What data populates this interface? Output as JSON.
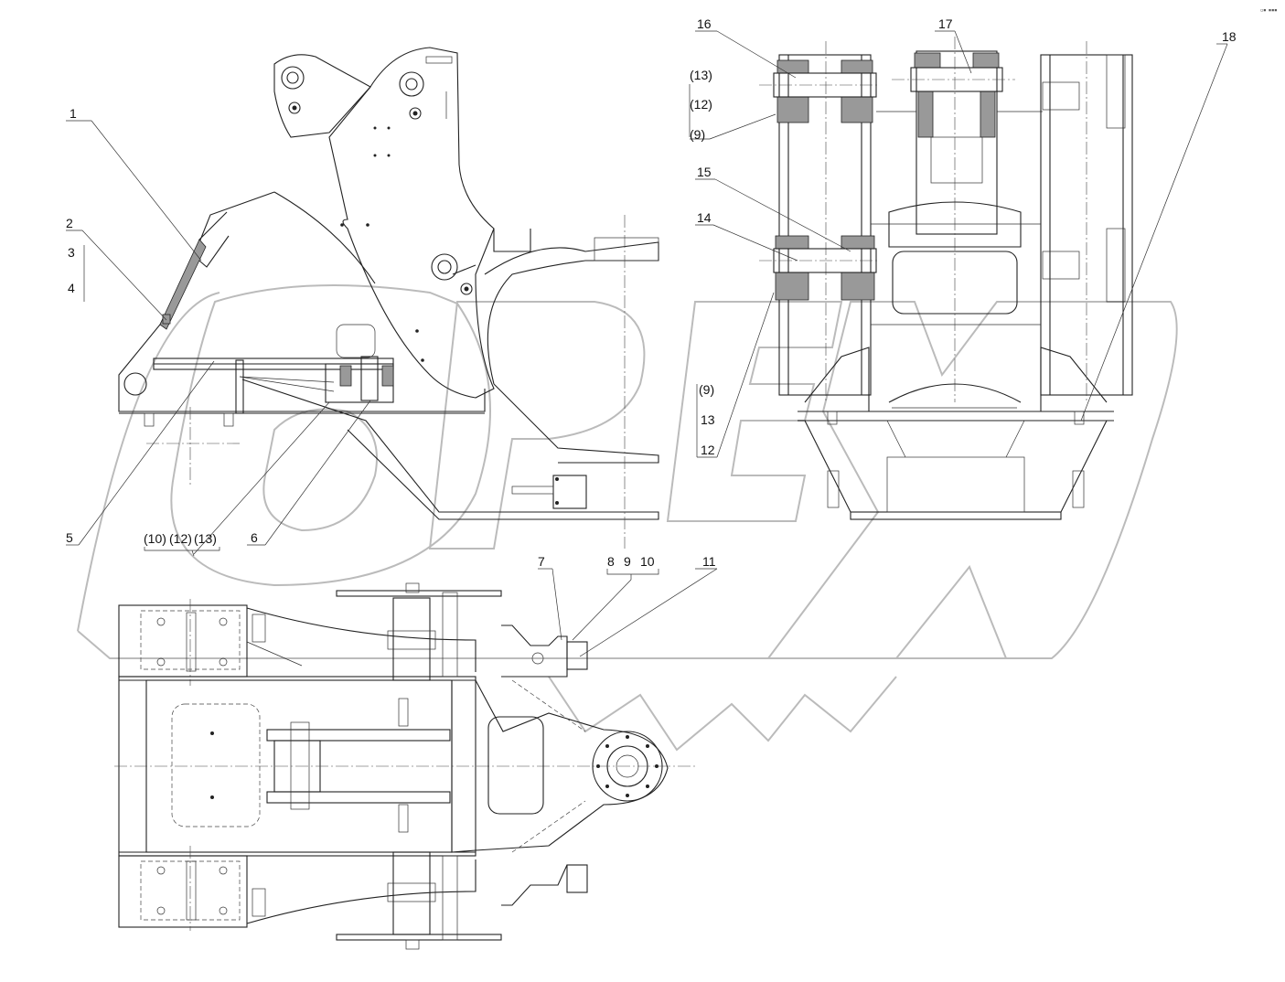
{
  "corner_mark": "▫▪ ▪▪▪",
  "watermark_text": "OPEX",
  "callouts": {
    "c1": "1",
    "c2": "2",
    "c3": "3",
    "c4": "4",
    "c5": "5",
    "c6": "6",
    "c7": "7",
    "c8": "8",
    "c9": "9",
    "c10": "10",
    "c11": "11",
    "g_10": "(10)",
    "g_12": "(12)",
    "g_13": "(13)",
    "r_13": "(13)",
    "r_12": "(12)",
    "r_9": "(9)",
    "c15": "15",
    "c14": "14",
    "c16": "16",
    "c17": "17",
    "c18": "18",
    "b_9": "(9)",
    "b_13": "13",
    "b_12": "12"
  },
  "colors": {
    "line": "#222222",
    "watermark": "#bbbbbb",
    "background": "#ffffff"
  }
}
